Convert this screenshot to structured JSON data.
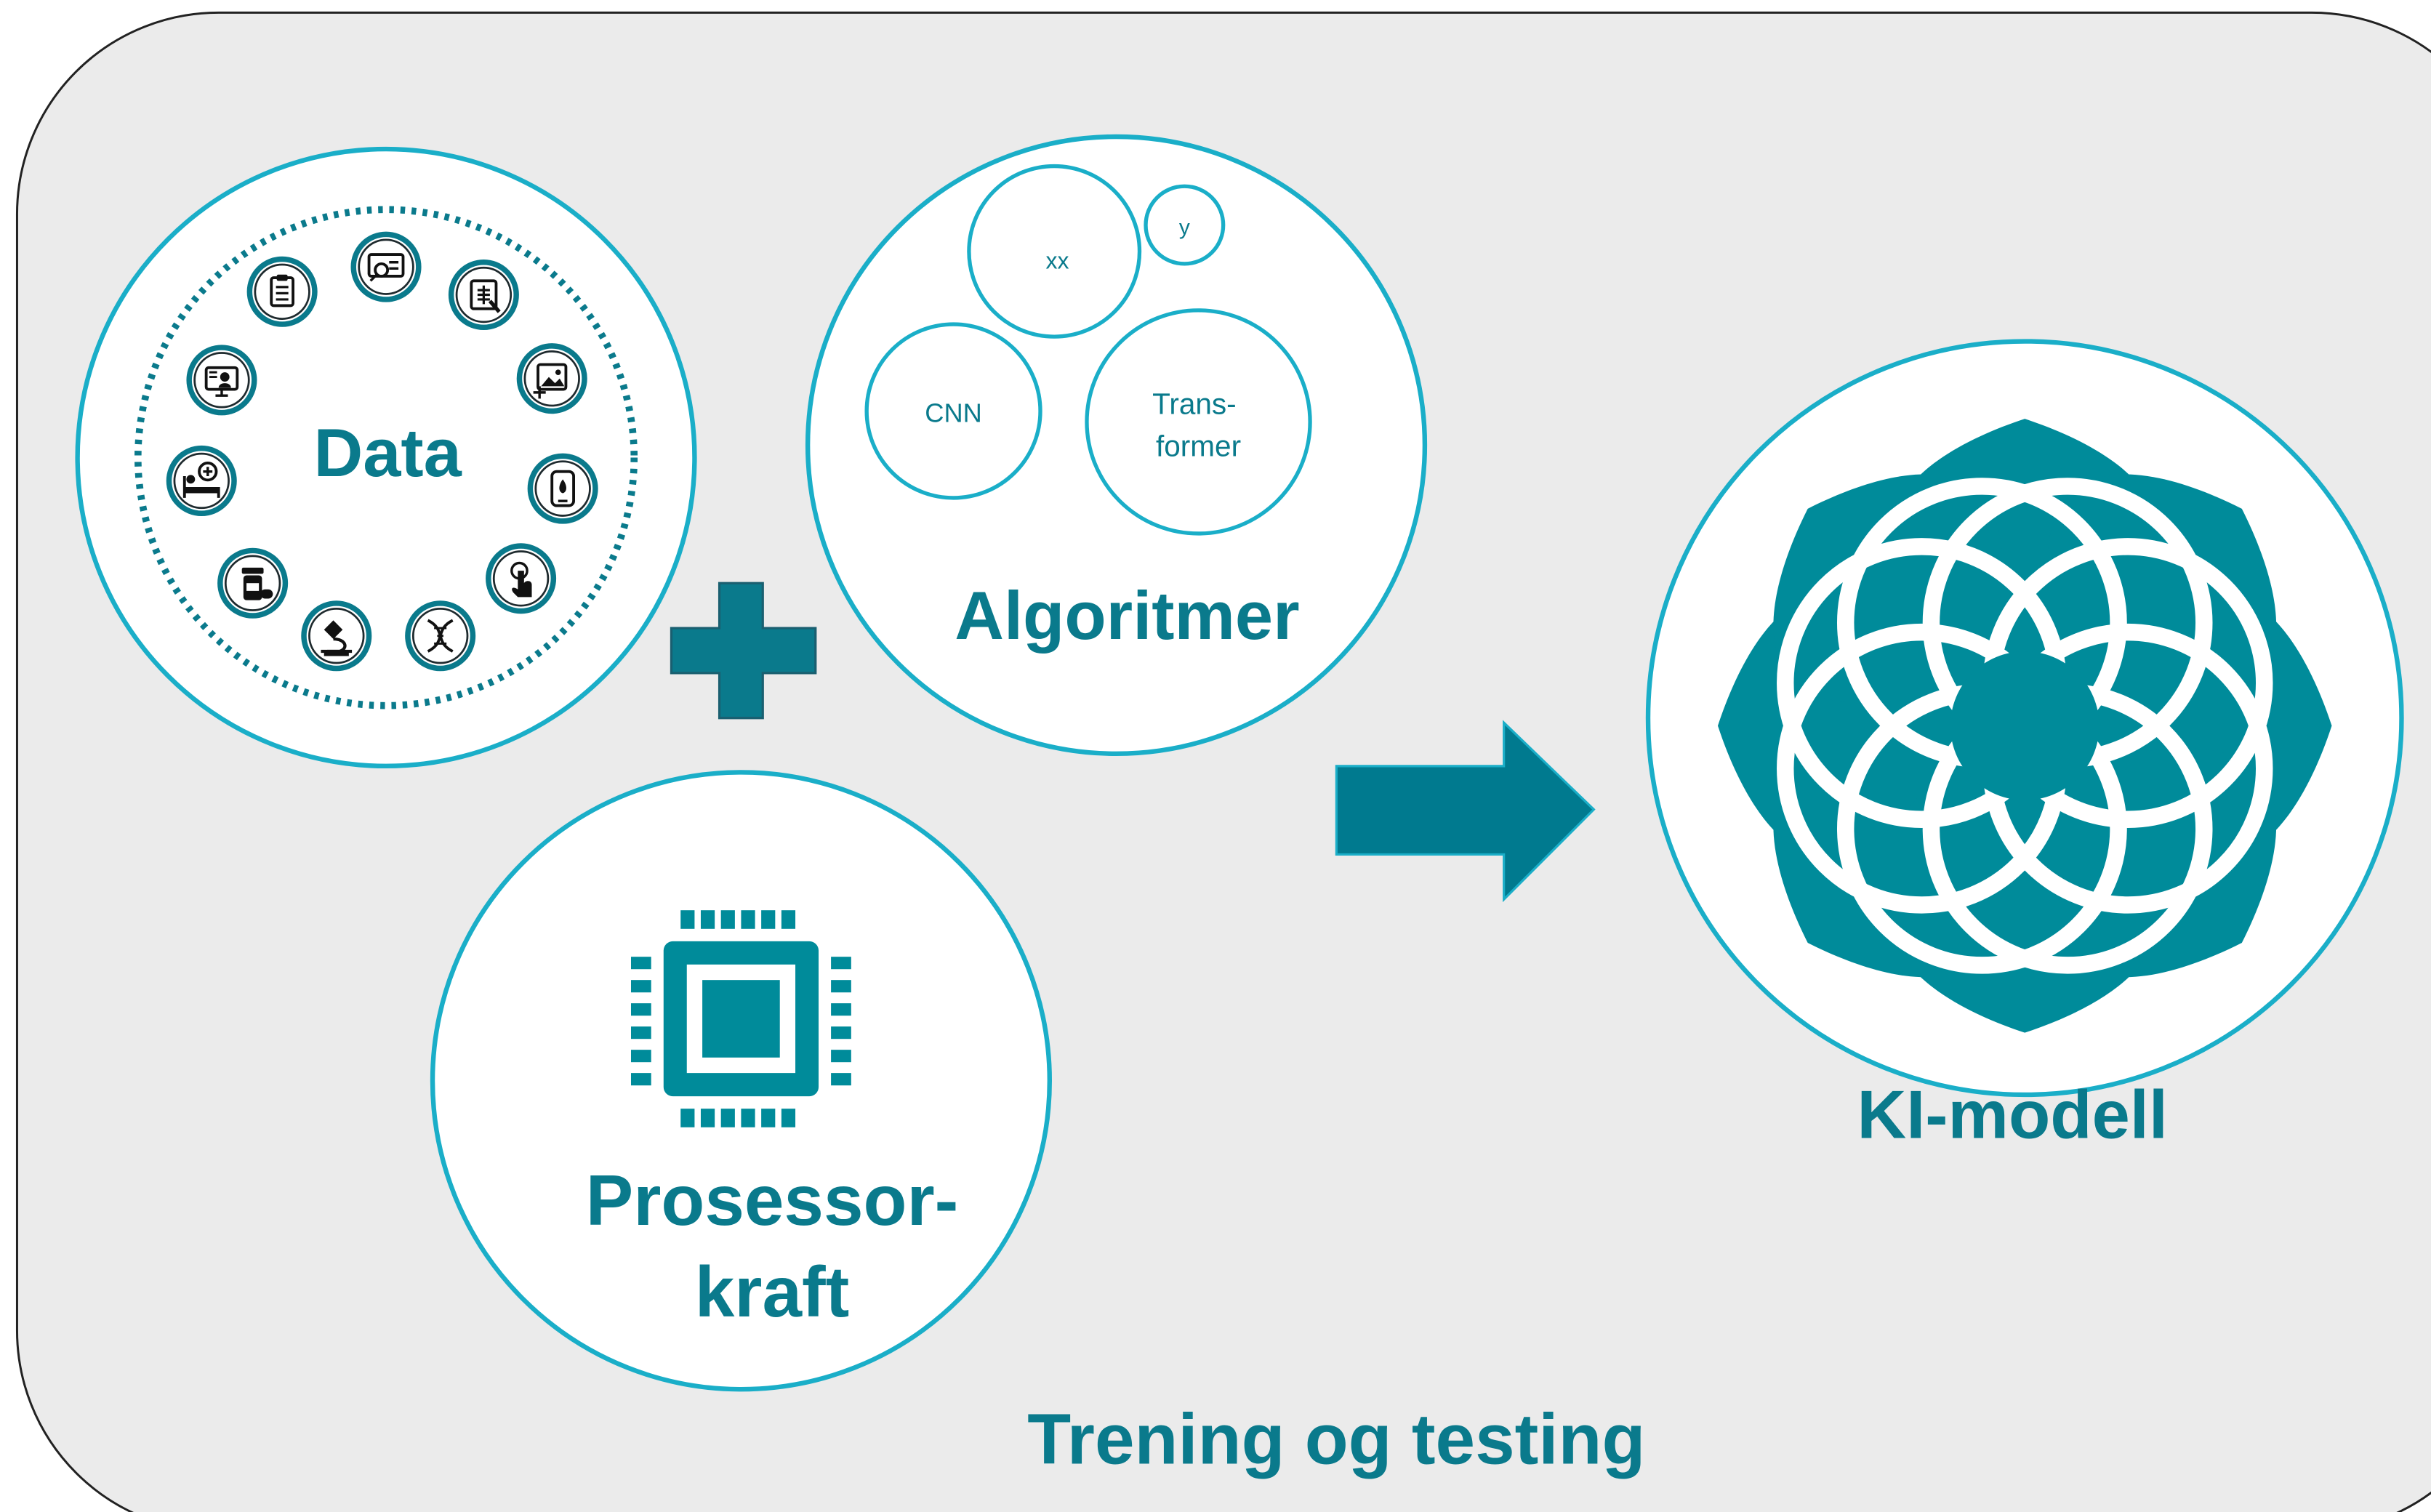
{
  "colors": {
    "panel_bg": "#ebebeb",
    "panel_border": "#222222",
    "teal": "#008b9a",
    "teal_dark": "#0a7a8c",
    "circle_stroke": "#1aaec8",
    "white": "#ffffff"
  },
  "data_circle": {
    "label": "Data",
    "icons": [
      "clipboard-icon",
      "monitor-search-icon",
      "xray-tablet-icon",
      "image-edit-icon",
      "glucose-meter-icon",
      "touch-screen-icon",
      "dna-icon",
      "microscope-icon",
      "pill-bottle-icon",
      "hospital-bed-icon",
      "telemedicine-icon"
    ]
  },
  "algorithms_circle": {
    "label": "Algoritmer",
    "bubbles": [
      "xx",
      "y",
      "CNN",
      "Trans-\nformer"
    ]
  },
  "processor_circle": {
    "label_line1": "Prosessor-",
    "label_line2": "kraft"
  },
  "model": {
    "label": "KI-modell"
  },
  "footer": {
    "label": "Trening og testing"
  }
}
